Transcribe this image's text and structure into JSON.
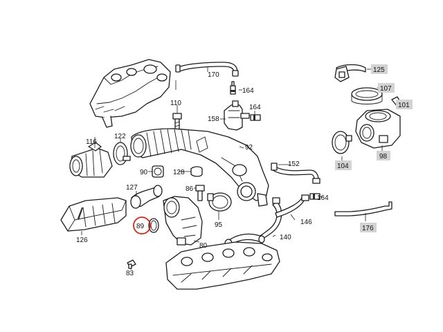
{
  "diagram": {
    "labels": [
      {
        "id": "170",
        "text": "170"
      },
      {
        "id": "164a",
        "text": "164"
      },
      {
        "id": "164b",
        "text": "164"
      },
      {
        "id": "164c",
        "text": "164"
      },
      {
        "id": "110",
        "text": "110"
      },
      {
        "id": "158",
        "text": "158"
      },
      {
        "id": "116",
        "text": "116"
      },
      {
        "id": "122",
        "text": "122"
      },
      {
        "id": "92",
        "text": "92"
      },
      {
        "id": "90",
        "text": "90"
      },
      {
        "id": "128",
        "text": "128"
      },
      {
        "id": "152",
        "text": "152"
      },
      {
        "id": "127",
        "text": "127"
      },
      {
        "id": "86",
        "text": "86"
      },
      {
        "id": "89",
        "text": "89"
      },
      {
        "id": "126",
        "text": "126"
      },
      {
        "id": "95",
        "text": "95"
      },
      {
        "id": "146",
        "text": "146"
      },
      {
        "id": "80",
        "text": "80"
      },
      {
        "id": "140",
        "text": "140"
      },
      {
        "id": "83",
        "text": "83"
      }
    ],
    "boxed_labels": [
      {
        "id": "125",
        "text": "125"
      },
      {
        "id": "107",
        "text": "107"
      },
      {
        "id": "101",
        "text": "101"
      },
      {
        "id": "104",
        "text": "104"
      },
      {
        "id": "98",
        "text": "98"
      },
      {
        "id": "176",
        "text": "176"
      }
    ],
    "highlighted": "89",
    "colors": {
      "line": "#1a1a1a",
      "label_box": "#d3d3d3",
      "highlight_circle": "#d62718"
    }
  }
}
